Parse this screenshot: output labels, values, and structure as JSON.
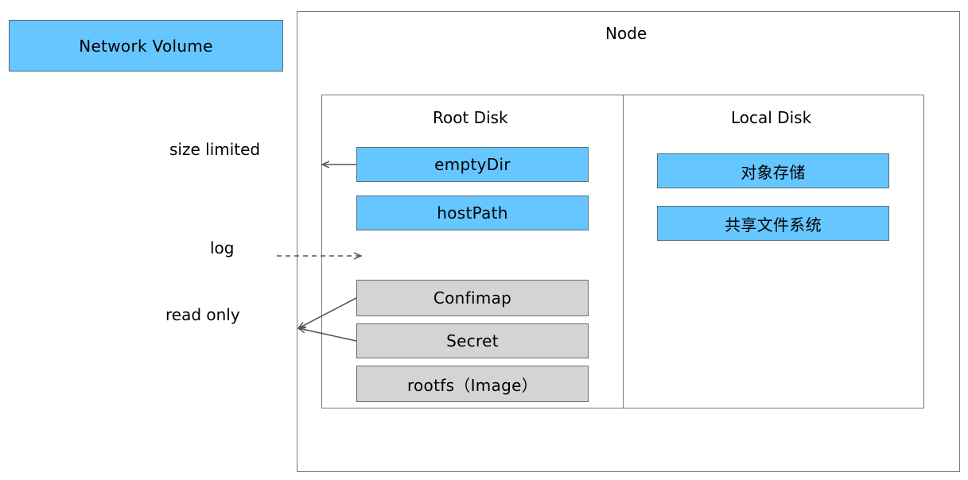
{
  "network_volume": {
    "label": "Network Volume"
  },
  "node": {
    "title": "Node",
    "root_disk": {
      "title": "Root Disk",
      "items": [
        "emptyDir",
        "hostPath",
        "Confimap",
        "Secret",
        "rootfs（Image）"
      ]
    },
    "local_disk": {
      "title": "Local Disk",
      "items": [
        "对象存储",
        "共享文件系统"
      ]
    }
  },
  "side_labels": {
    "size_limited": "size limited",
    "log": "log",
    "read_only": "read only"
  },
  "colors": {
    "blue_box": "#66c6ff",
    "gray_box": "#d4d4d4",
    "arrow": "#555555"
  }
}
